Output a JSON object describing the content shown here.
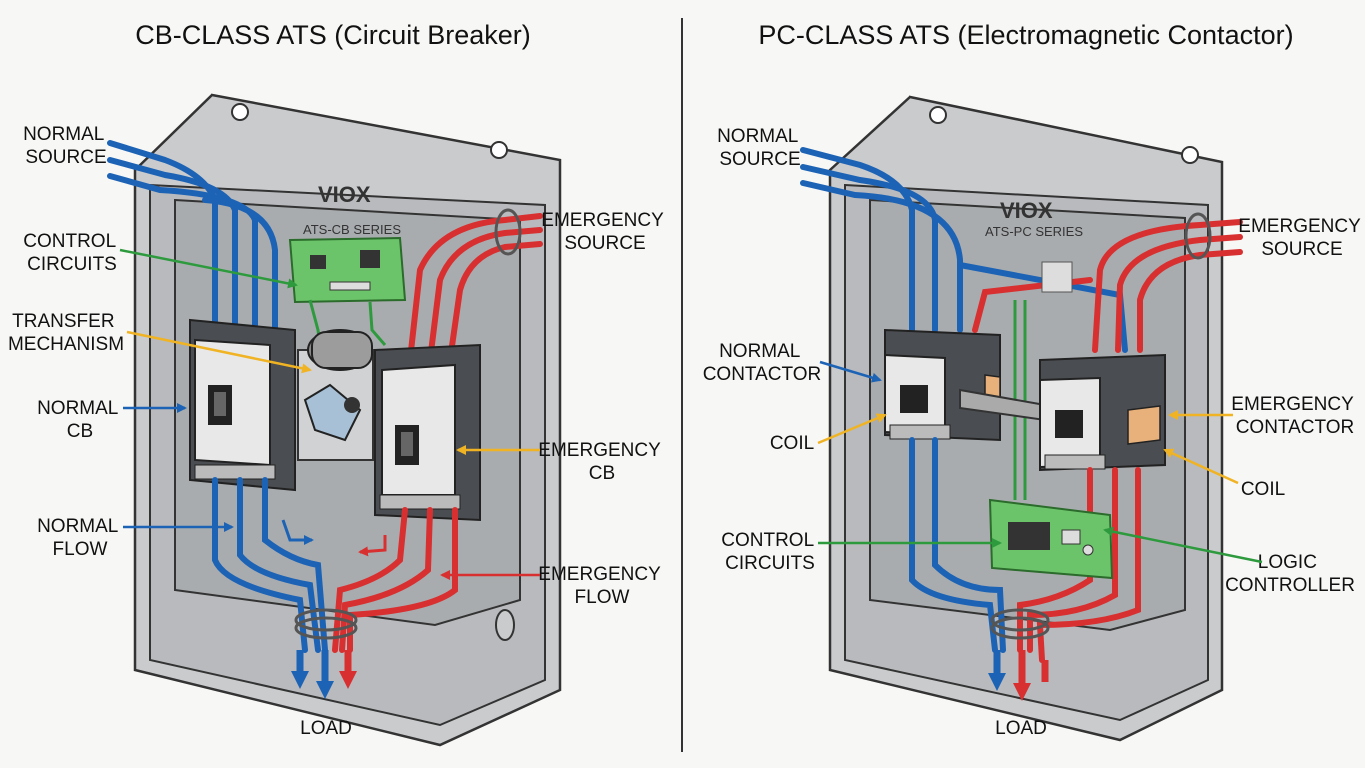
{
  "left_panel": {
    "title": "CB-CLASS ATS (Circuit Breaker)",
    "brand": "VIOX",
    "series": "ATS-CB SERIES",
    "labels": {
      "normal_source": [
        "NORMAL",
        "SOURCE"
      ],
      "emergency_source": [
        "EMERGENCY",
        "SOURCE"
      ],
      "control_circuits": [
        "CONTROL",
        "CIRCUITS"
      ],
      "transfer_mechanism": [
        "TRANSFER",
        "MECHANISM"
      ],
      "normal_cb": [
        "NORMAL",
        "CB"
      ],
      "emergency_cb": [
        "EMERGENCY",
        "CB"
      ],
      "normal_flow": [
        "NORMAL",
        "FLOW"
      ],
      "emergency_flow": [
        "EMERGENCY",
        "FLOW"
      ],
      "load": "LOAD"
    }
  },
  "right_panel": {
    "title": "PC-CLASS ATS (Electromagnetic Contactor)",
    "brand": "VIOX",
    "series": "ATS-PC SERIES",
    "labels": {
      "normal_source": [
        "NORMAL",
        "SOURCE"
      ],
      "emergency_source": [
        "EMERGENCY",
        "SOURCE"
      ],
      "normal_contactor": [
        "NORMAL",
        "CONTACTOR"
      ],
      "coil_left": "COIL",
      "emergency_contactor": [
        "EMERGENCY",
        "CONTACTOR"
      ],
      "coil_right": "COIL",
      "control_circuits": [
        "CONTROL",
        "CIRCUITS"
      ],
      "logic_controller": [
        "LOGIC",
        "CONTROLLER"
      ],
      "load": "LOAD"
    }
  },
  "colors": {
    "normal_wire": "#1d63b5",
    "emergency_wire": "#d83030",
    "control_wire": "#2e9a3e",
    "pointer_yellow": "#f0b323",
    "enclosure": "#c9cbcd"
  }
}
